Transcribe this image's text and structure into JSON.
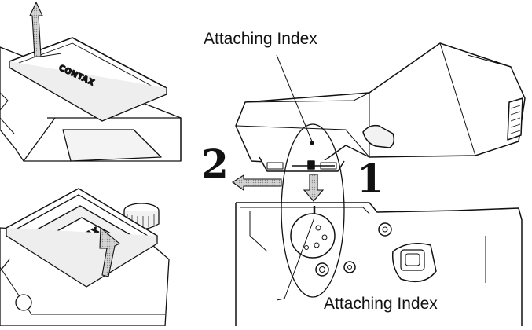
{
  "labels": {
    "top_index": "Attaching Index",
    "bottom_index": "Attaching Index",
    "step_one": "1",
    "step_two": "2"
  },
  "brand": {
    "cover_top": "CONTAX",
    "cover_bottom": "CONTAX"
  },
  "colors": {
    "ink": "#111111",
    "arrow_fill": "#c8c8c8"
  },
  "icons": {
    "up_arrow": "up-arrow-icon",
    "down_arrow": "down-arrow-icon",
    "left_arrow": "left-arrow-icon"
  }
}
